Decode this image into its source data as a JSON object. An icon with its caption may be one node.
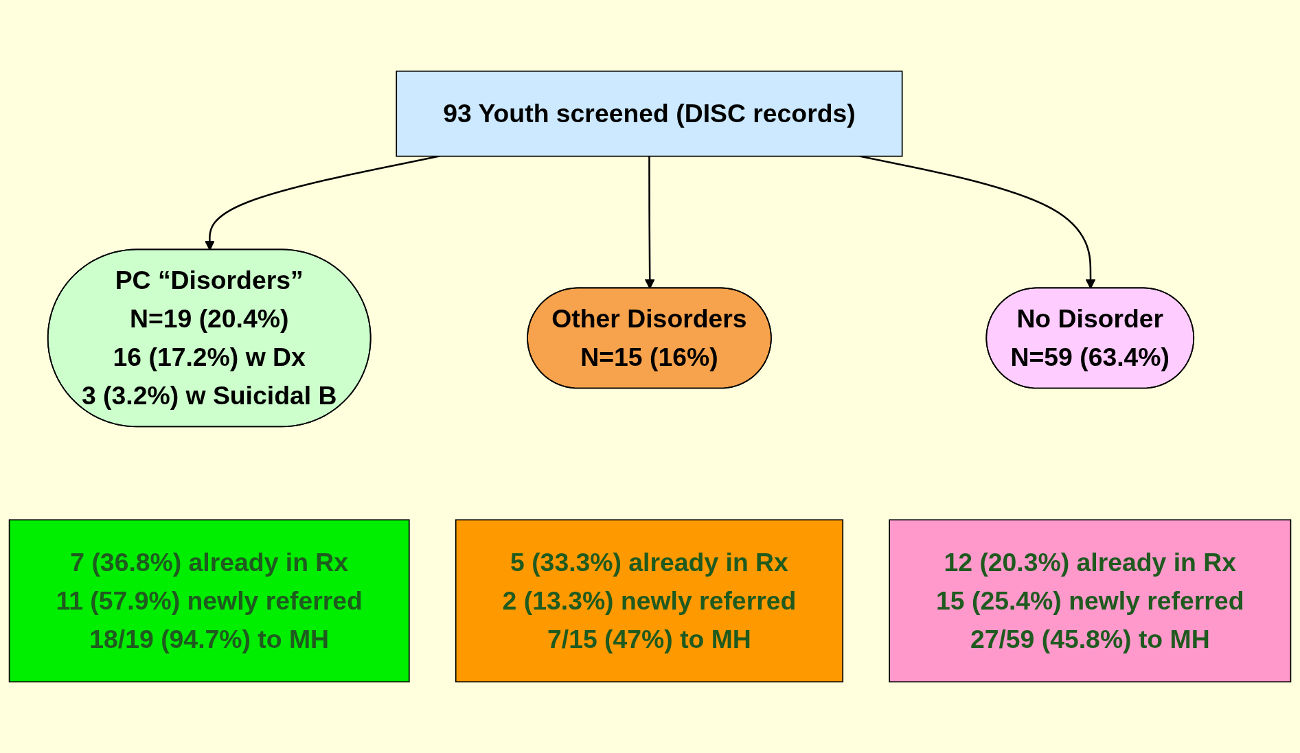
{
  "diagram": {
    "nodes": [
      {
        "text": [
          "93 Youth screened (DISC records)"
        ]
      },
      {
        "text": [
          "PC “Disorders”",
          "N=19 (20.4%)",
          "16 (17.2%) w Dx",
          "3 (3.2%) w Suicidal B"
        ]
      },
      {
        "text": [
          "Other Disorders",
          "N=15 (16%)"
        ]
      },
      {
        "text": [
          "No Disorder",
          "N=59 (63.4%)"
        ]
      },
      {
        "text": [
          "7 (36.8%) already in Rx",
          "11 (57.9%) newly referred",
          "18/19 (94.7%) to MH"
        ]
      },
      {
        "text": [
          "5 (33.3%) already in Rx",
          "2 (13.3%) newly referred",
          "7/15 (47%) to MH"
        ]
      },
      {
        "text": [
          "12 (20.3%) already in Rx",
          "15 (25.4%) newly referred",
          "27/59 (45.8%) to MH"
        ]
      }
    ],
    "edges": [
      {
        "from": 0,
        "to": 1,
        "arrow": "to"
      },
      {
        "from": 0,
        "to": 2,
        "arrow": "to"
      },
      {
        "from": 0,
        "to": 3,
        "arrow": "to"
      }
    ]
  }
}
